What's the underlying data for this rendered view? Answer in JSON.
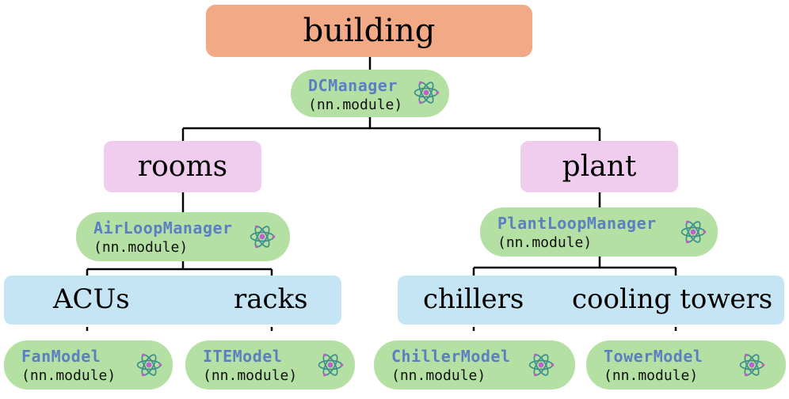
{
  "nodes": {
    "building": "building",
    "rooms": "rooms",
    "plant": "plant",
    "acus": "ACUs",
    "racks": "racks",
    "chillers": "chillers",
    "cooling_towers": "cooling towers"
  },
  "modules": {
    "dc_manager": {
      "name": "DCManager",
      "sub": "(nn.module)"
    },
    "air_loop_manager": {
      "name": "AirLoopManager",
      "sub": "(nn.module)"
    },
    "plant_loop_manager": {
      "name": "PlantLoopManager",
      "sub": "(nn.module)"
    },
    "fan_model": {
      "name": "FanModel",
      "sub": "(nn.module)"
    },
    "ite_model": {
      "name": "ITEModel",
      "sub": "(nn.module)"
    },
    "chiller_model": {
      "name": "ChillerModel",
      "sub": "(nn.module)"
    },
    "tower_model": {
      "name": "TowerModel",
      "sub": "(nn.module)"
    }
  },
  "icon": "react-atom-icon",
  "colors": {
    "building": "#f2a985",
    "pink": "#f0cdee",
    "blue": "#c5e4f4",
    "green": "#b5e0a4",
    "module_name": "#5b7fc2",
    "atom": "#3f8f8a"
  }
}
